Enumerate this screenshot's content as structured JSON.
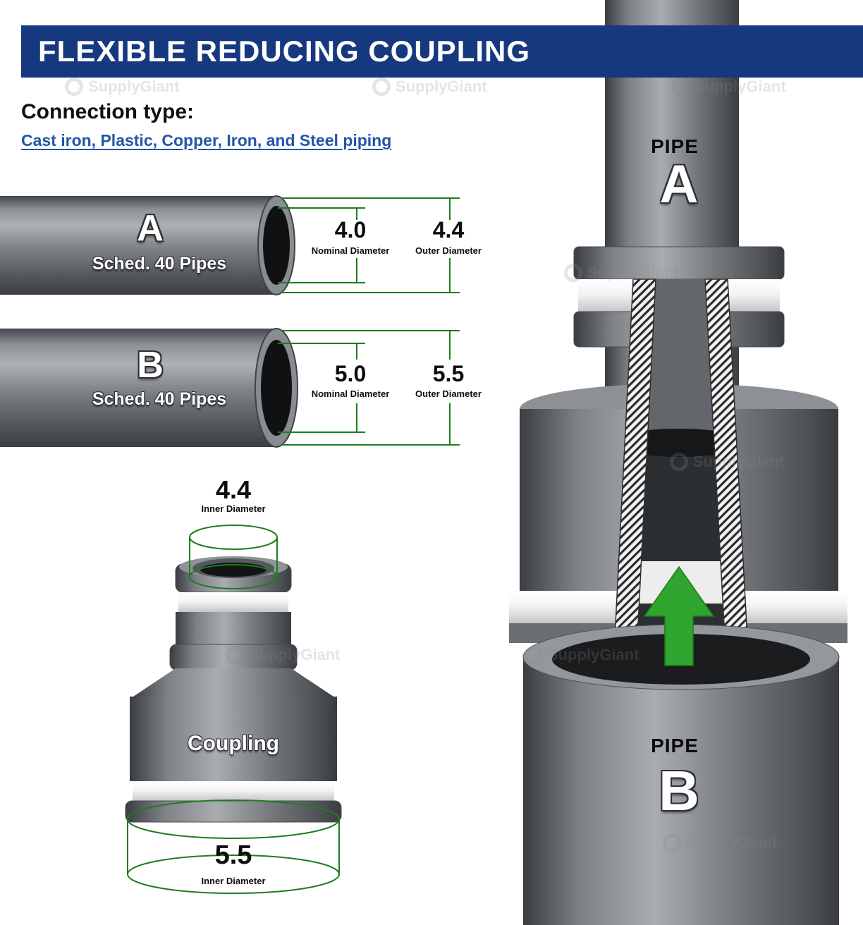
{
  "header": {
    "title": "FLEXIBLE REDUCING COUPLING"
  },
  "connection": {
    "label": "Connection type:",
    "types": "Cast iron, Plastic, Copper, Iron, and Steel piping"
  },
  "pipes": {
    "a": {
      "letter": "A",
      "schedule": "Sched. 40 Pipes",
      "nominal_diameter": "4.0",
      "nominal_label": "Nominal Diameter",
      "outer_diameter": "4.4",
      "outer_label": "Outer Diameter"
    },
    "b": {
      "letter": "B",
      "schedule": "Sched. 40 Pipes",
      "nominal_diameter": "5.0",
      "nominal_label": "Nominal Diameter",
      "outer_diameter": "5.5",
      "outer_label": "Outer Diameter"
    }
  },
  "coupling": {
    "label": "Coupling",
    "top_inner_diameter": "4.4",
    "top_inner_label": "Inner Diameter",
    "bottom_inner_diameter": "5.5",
    "bottom_inner_label": "Inner Diameter"
  },
  "assembly": {
    "pipe_word": "PIPE",
    "pipe_a_letter": "A",
    "pipe_b_letter": "B"
  },
  "watermark": {
    "brand": "SupplyGiant"
  },
  "colors": {
    "header_bg": "#16387f",
    "link_blue": "#2355a8",
    "dimension_green": "#1e7d1e",
    "arrow_green": "#2fa52f"
  }
}
